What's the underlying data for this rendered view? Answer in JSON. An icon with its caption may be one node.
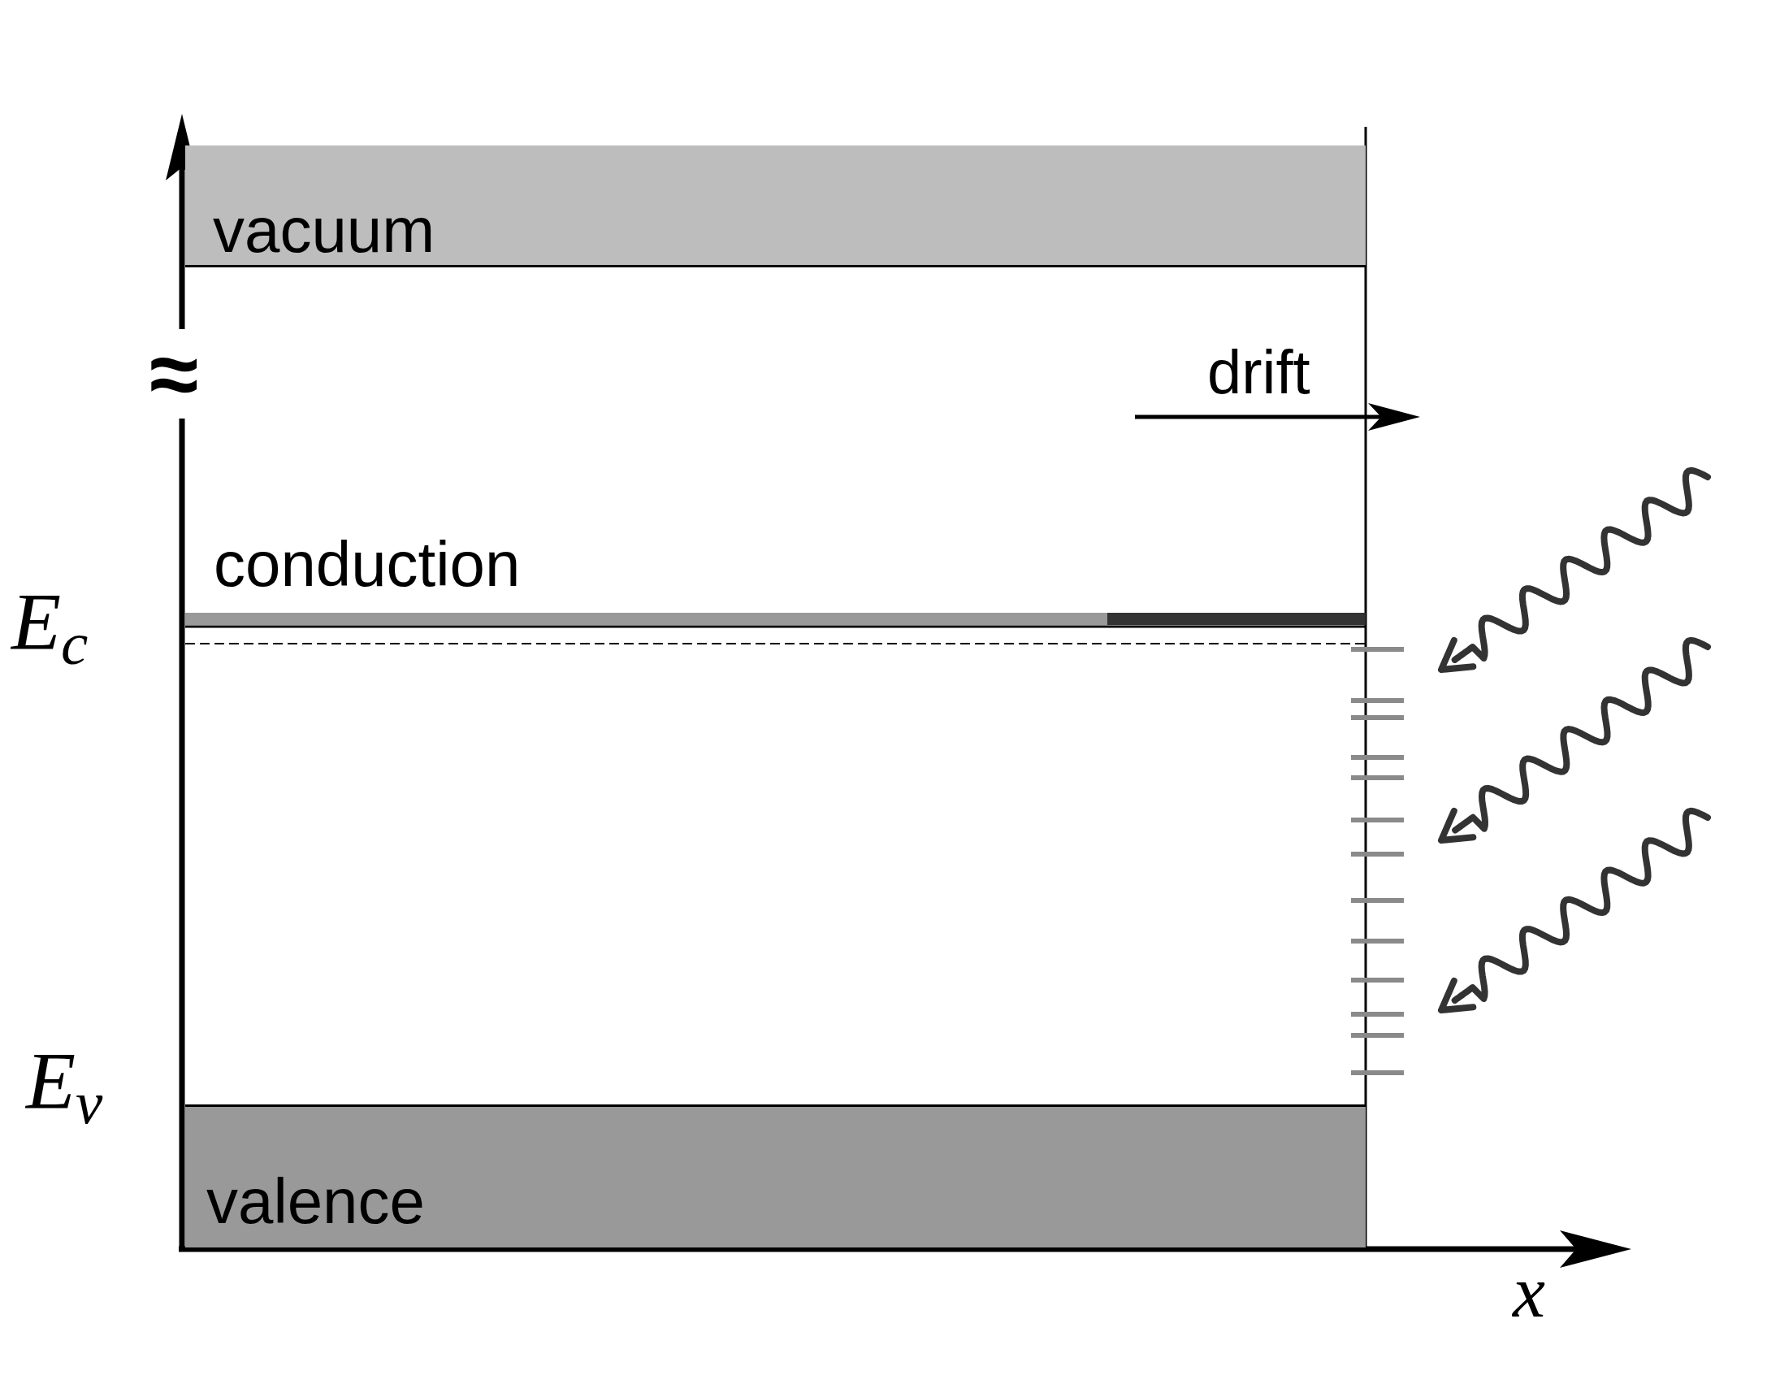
{
  "diagram": {
    "nodes": [
      {
        "text": [
          "vacuum"
        ]
      },
      {
        "text": [
          "conduction"
        ]
      },
      {
        "text": [
          "valence"
        ]
      }
    ],
    "labels": [
      "drift",
      "≈",
      "E$_{c}$",
      "E$_{v}$",
      "x"
    ]
  }
}
